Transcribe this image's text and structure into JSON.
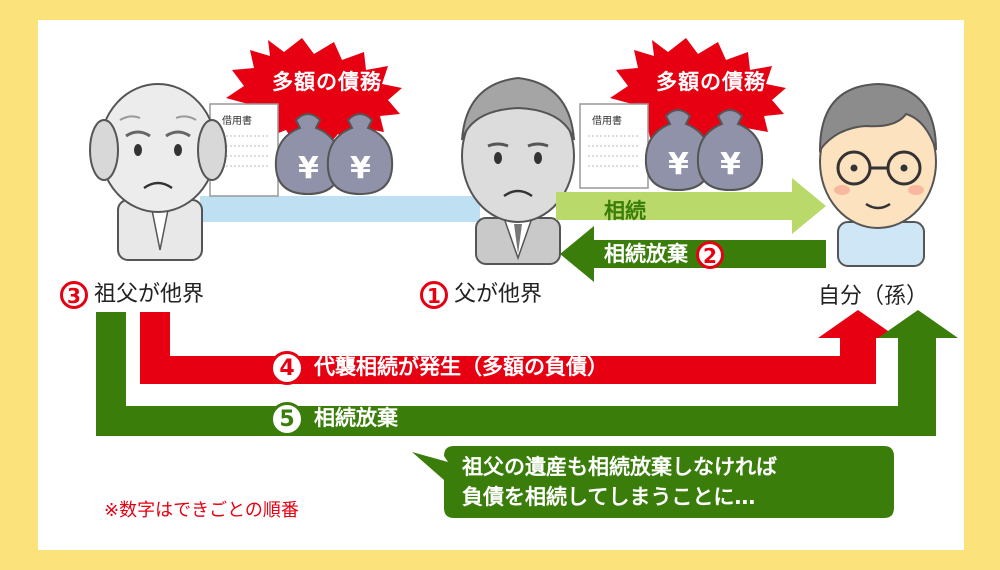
{
  "colors": {
    "red": "#e60012",
    "dark_green": "#3a7d0a",
    "light_green": "#b9d96a",
    "light_blue": "#bfe0f2",
    "frame": "#fbe27a"
  },
  "bursts": [
    {
      "text": "多額の債務"
    },
    {
      "text": "多額の債務"
    }
  ],
  "documents": [
    {
      "title": "借用書"
    },
    {
      "title": "借用書"
    }
  ],
  "money_symbol": "¥",
  "people": {
    "grandfather": {
      "number": "3",
      "label": "祖父が他界"
    },
    "father": {
      "number": "1",
      "label": "父が他界"
    },
    "self": {
      "label": "自分（孫）"
    }
  },
  "arrows": {
    "inherit": {
      "text": "相続"
    },
    "renounce_father": {
      "text": "相続放棄",
      "number": "2"
    },
    "substitution": {
      "number": "4",
      "text": "代襲相続が発生（多額の負債）"
    },
    "renounce_grandfather": {
      "number": "5",
      "text": "相続放棄"
    }
  },
  "bubble": {
    "line1": "祖父の遺産も相続放棄しなければ",
    "line2": "負債を相続してしまうことに…"
  },
  "note": "※数字はできごとの順番"
}
